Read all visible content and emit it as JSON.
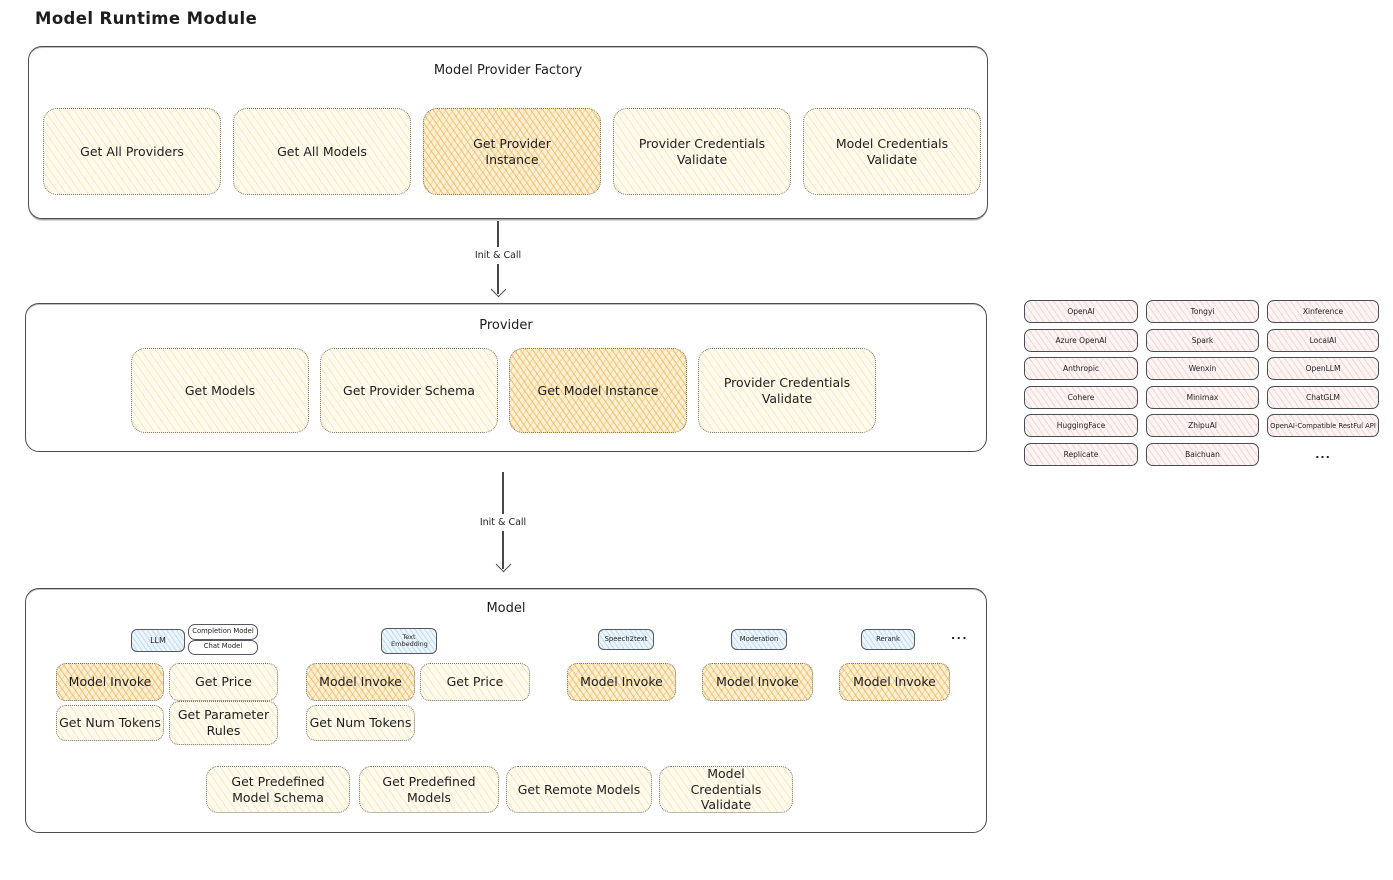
{
  "title": "Model Runtime Module",
  "colors": {
    "yellow_fill": "#fdf6df",
    "orange_highlight_fill": "#f8dfae",
    "pink_fill": "#fbecec",
    "blue_fill": "#e9f4fb",
    "stroke": "#3f4347"
  },
  "arrow1": {
    "label": "Init & Call"
  },
  "arrow2": {
    "label": "Init & Call"
  },
  "factory": {
    "label": "Model Provider Factory",
    "items": [
      "Get All Providers",
      "Get All Models",
      "Get Provider Instance",
      "Provider Credentials Validate",
      "Model Credentials Validate"
    ]
  },
  "provider": {
    "label": "Provider",
    "items": [
      "Get Models",
      "Get Provider Schema",
      "Get Model Instance",
      "Provider Credentials Validate"
    ]
  },
  "providers_list": {
    "rows": [
      [
        "OpenAI",
        "Tongyi",
        "Xinference"
      ],
      [
        "Azure OpenAI",
        "Spark",
        "LocalAI"
      ],
      [
        "Anthropic",
        "Wenxin",
        "OpenLLM"
      ],
      [
        "Cohere",
        "Minimax",
        "ChatGLM"
      ],
      [
        "HuggingFace",
        "ZhipuAI",
        "OpenAI-Compatible RestFul API"
      ],
      [
        "Replicate",
        "Baichuan",
        "..."
      ]
    ]
  },
  "model": {
    "label": "Model",
    "tags": {
      "llm": "LLM",
      "completion": "Completion Model",
      "chat": "Chat Model",
      "text_embedding": "Text Embedding",
      "speech2text": "Speech2text",
      "moderation": "Moderation",
      "rerank": "Rerank",
      "more": "..."
    },
    "functions": {
      "model_invoke": "Model Invoke",
      "get_price": "Get Price",
      "get_num_tokens": "Get Num Tokens",
      "get_parameter_rules": "Get Parameter Rules"
    },
    "bottom": [
      "Get Predefined Model Schema",
      "Get Predefined Models",
      "Get Remote Models",
      "Model Credentials Validate"
    ]
  }
}
